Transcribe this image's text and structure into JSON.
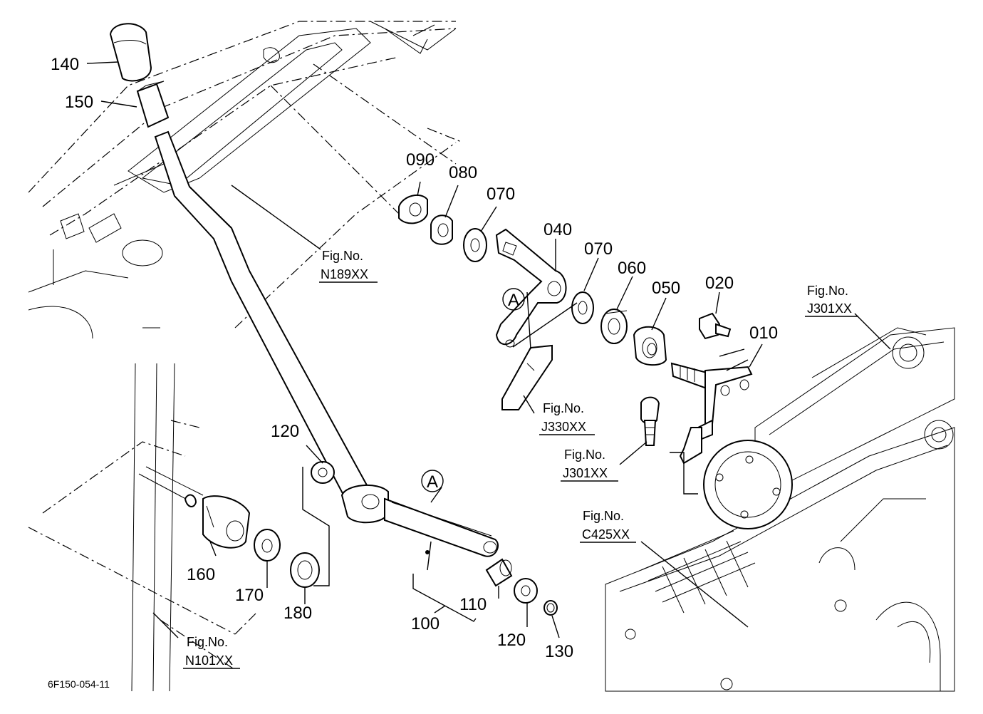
{
  "parts": {
    "p010": "010",
    "p020": "020",
    "p040": "040",
    "p050": "050",
    "p060": "060",
    "p070a": "070",
    "p070b": "070",
    "p080": "080",
    "p090": "090",
    "p100": "100",
    "p110": "110",
    "p120a": "120",
    "p120b": "120",
    "p130": "130",
    "p140": "140",
    "p150": "150",
    "p160": "160",
    "p170": "170",
    "p180": "180"
  },
  "callouts": {
    "a1": "A",
    "a2": "A"
  },
  "figrefs": {
    "label": "Fig.No.",
    "n189": "N189XX",
    "j301_top": "J301XX",
    "j330": "J330XX",
    "j301_mid": "J301XX",
    "c425": "C425XX",
    "n101": "N101XX"
  },
  "drawing_code": "6F150-054-11"
}
